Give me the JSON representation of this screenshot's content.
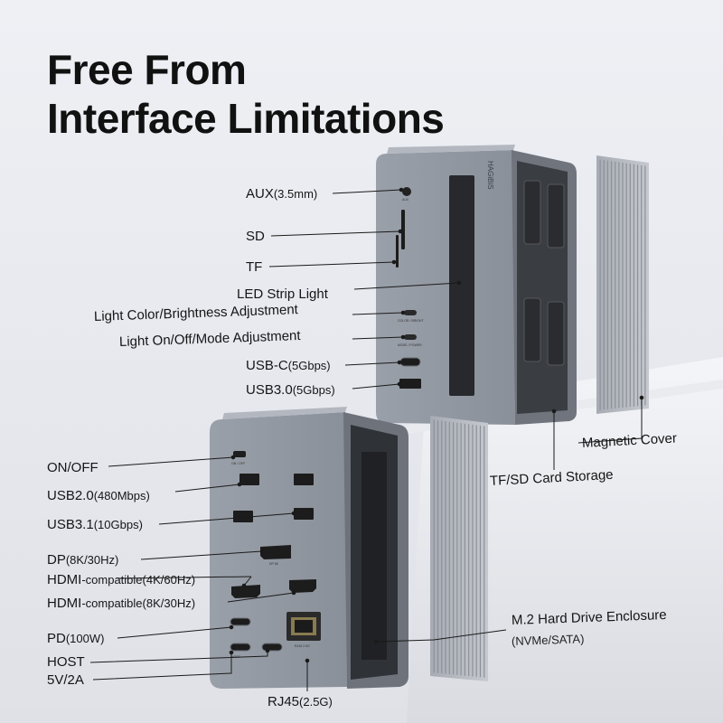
{
  "headline": {
    "line1": "Free From",
    "line2": "Interface Limitations"
  },
  "top_unit": {
    "brand": "HAGiBiS",
    "port_labels": {
      "aux": "AUX",
      "color_bright": "COLOR / BRIGHT",
      "mode_power": "MODE / POWER"
    },
    "callouts": [
      {
        "main": "AUX",
        "detail": "(3.5mm)"
      },
      {
        "main": "SD",
        "detail": ""
      },
      {
        "main": "TF",
        "detail": ""
      },
      {
        "main": "LED Strip Light",
        "detail": ""
      },
      {
        "main": "Light Color/Brightness Adjustment",
        "detail": ""
      },
      {
        "main": "Light On/Off/Mode Adjustment",
        "detail": ""
      },
      {
        "main": "USB-C",
        "detail": "(5Gbps)"
      },
      {
        "main": "USB3.0",
        "detail": "(5Gbps)"
      }
    ],
    "side_callouts": {
      "cover": "Magnetic Cover",
      "storage": "TF/SD Card Storage"
    }
  },
  "bottom_unit": {
    "port_labels": {
      "on_off": "ON / OFF",
      "dp": "DP 8K",
      "rj45": "RJ45 2.5G",
      "host": "HOST"
    },
    "callouts": [
      {
        "main": "ON/OFF",
        "detail": ""
      },
      {
        "main": "USB2.0",
        "detail": "(480Mbps)"
      },
      {
        "main": "USB3.1",
        "detail": "(10Gbps)"
      },
      {
        "main": "DP",
        "detail": "(8K/30Hz)"
      },
      {
        "main": "HDMI",
        "mid": "-compatible",
        "detail": "(4K/60Hz)"
      },
      {
        "main": "HDMI",
        "mid": "-compatible",
        "detail": "(8K/30Hz)"
      },
      {
        "main": "PD",
        "detail": "(100W)"
      },
      {
        "main": "HOST",
        "detail": ""
      },
      {
        "main": "5V/2A",
        "detail": ""
      }
    ],
    "rj45_callout": {
      "main": "RJ45",
      "detail": "(2.5G)"
    },
    "enclosure_callout": {
      "main": "M.2 Hard Drive Enclosure",
      "detail": "(NVMe/SATA)"
    }
  },
  "colors": {
    "metal": "#8e949e",
    "metal_light": "#a9aeb7",
    "dark": "#2a2c30",
    "line": "#1a1a1a"
  }
}
